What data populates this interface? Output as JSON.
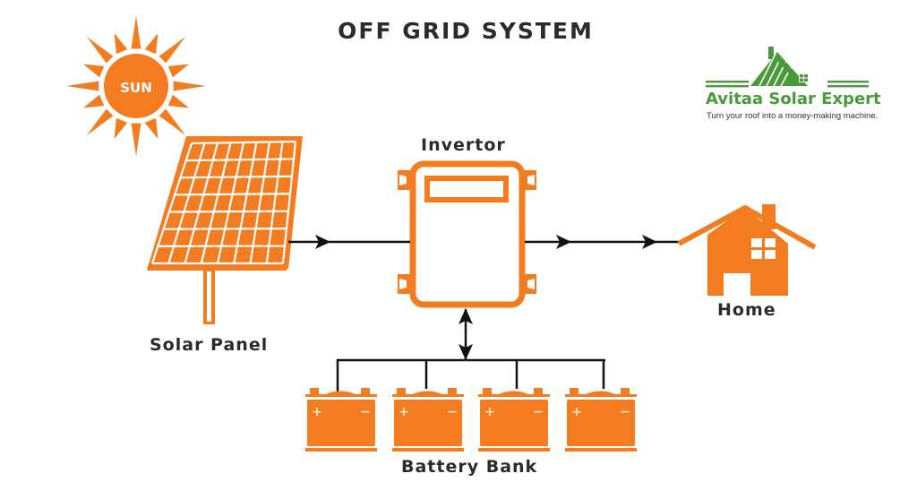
{
  "title": "OFF GRID SYSTEM",
  "sun": {
    "label": "SUN"
  },
  "components": {
    "solar_panel": {
      "label": "Solar Panel"
    },
    "invertor": {
      "label": "Invertor"
    },
    "home": {
      "label": "Home"
    },
    "battery_bank": {
      "label": "Battery Bank",
      "battery_count": 4,
      "positive_symbol": "+",
      "negative_symbol": "−"
    }
  },
  "flows": [
    {
      "from": "Solar Panel",
      "to": "Invertor",
      "direction": "one-way"
    },
    {
      "from": "Invertor",
      "to": "Home",
      "direction": "one-way"
    },
    {
      "from": "Invertor",
      "to": "Battery Bank",
      "direction": "two-way"
    }
  ],
  "logo": {
    "name": "Avitaa Solar Expert",
    "tagline": "Turn your roof into a money-making machine."
  },
  "colors": {
    "accent": "#f47c20",
    "text": "#2b2b2b",
    "line": "#111111",
    "logo_green": "#4a9a3c"
  }
}
